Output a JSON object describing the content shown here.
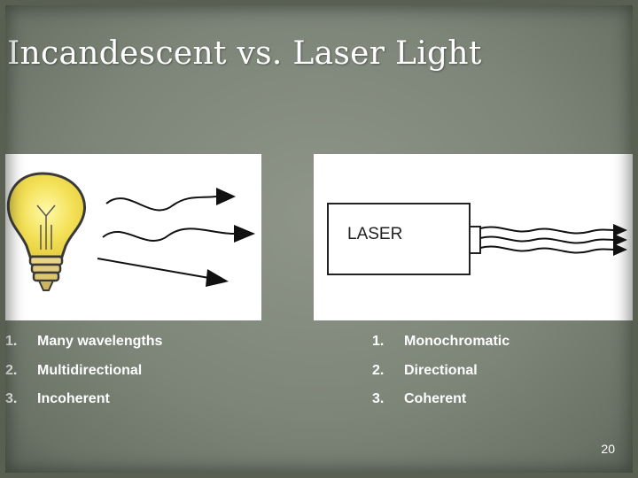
{
  "slide": {
    "title": "Incandescent vs. Laser Light",
    "page_number": "20"
  },
  "left_image": {
    "icon": "light-bulb-icon",
    "bulb_color": "#f4e25a"
  },
  "right_image": {
    "box_label": "LASER"
  },
  "lists": {
    "left": [
      {
        "number": "1.",
        "text": "Many wavelengths"
      },
      {
        "number": "2.",
        "text": "Multidirectional"
      },
      {
        "number": "3.",
        "text": "Incoherent"
      }
    ],
    "right": [
      {
        "number": "1.",
        "text": "Monochromatic"
      },
      {
        "number": "2.",
        "text": "Directional"
      },
      {
        "number": "3.",
        "text": "Coherent"
      }
    ]
  }
}
